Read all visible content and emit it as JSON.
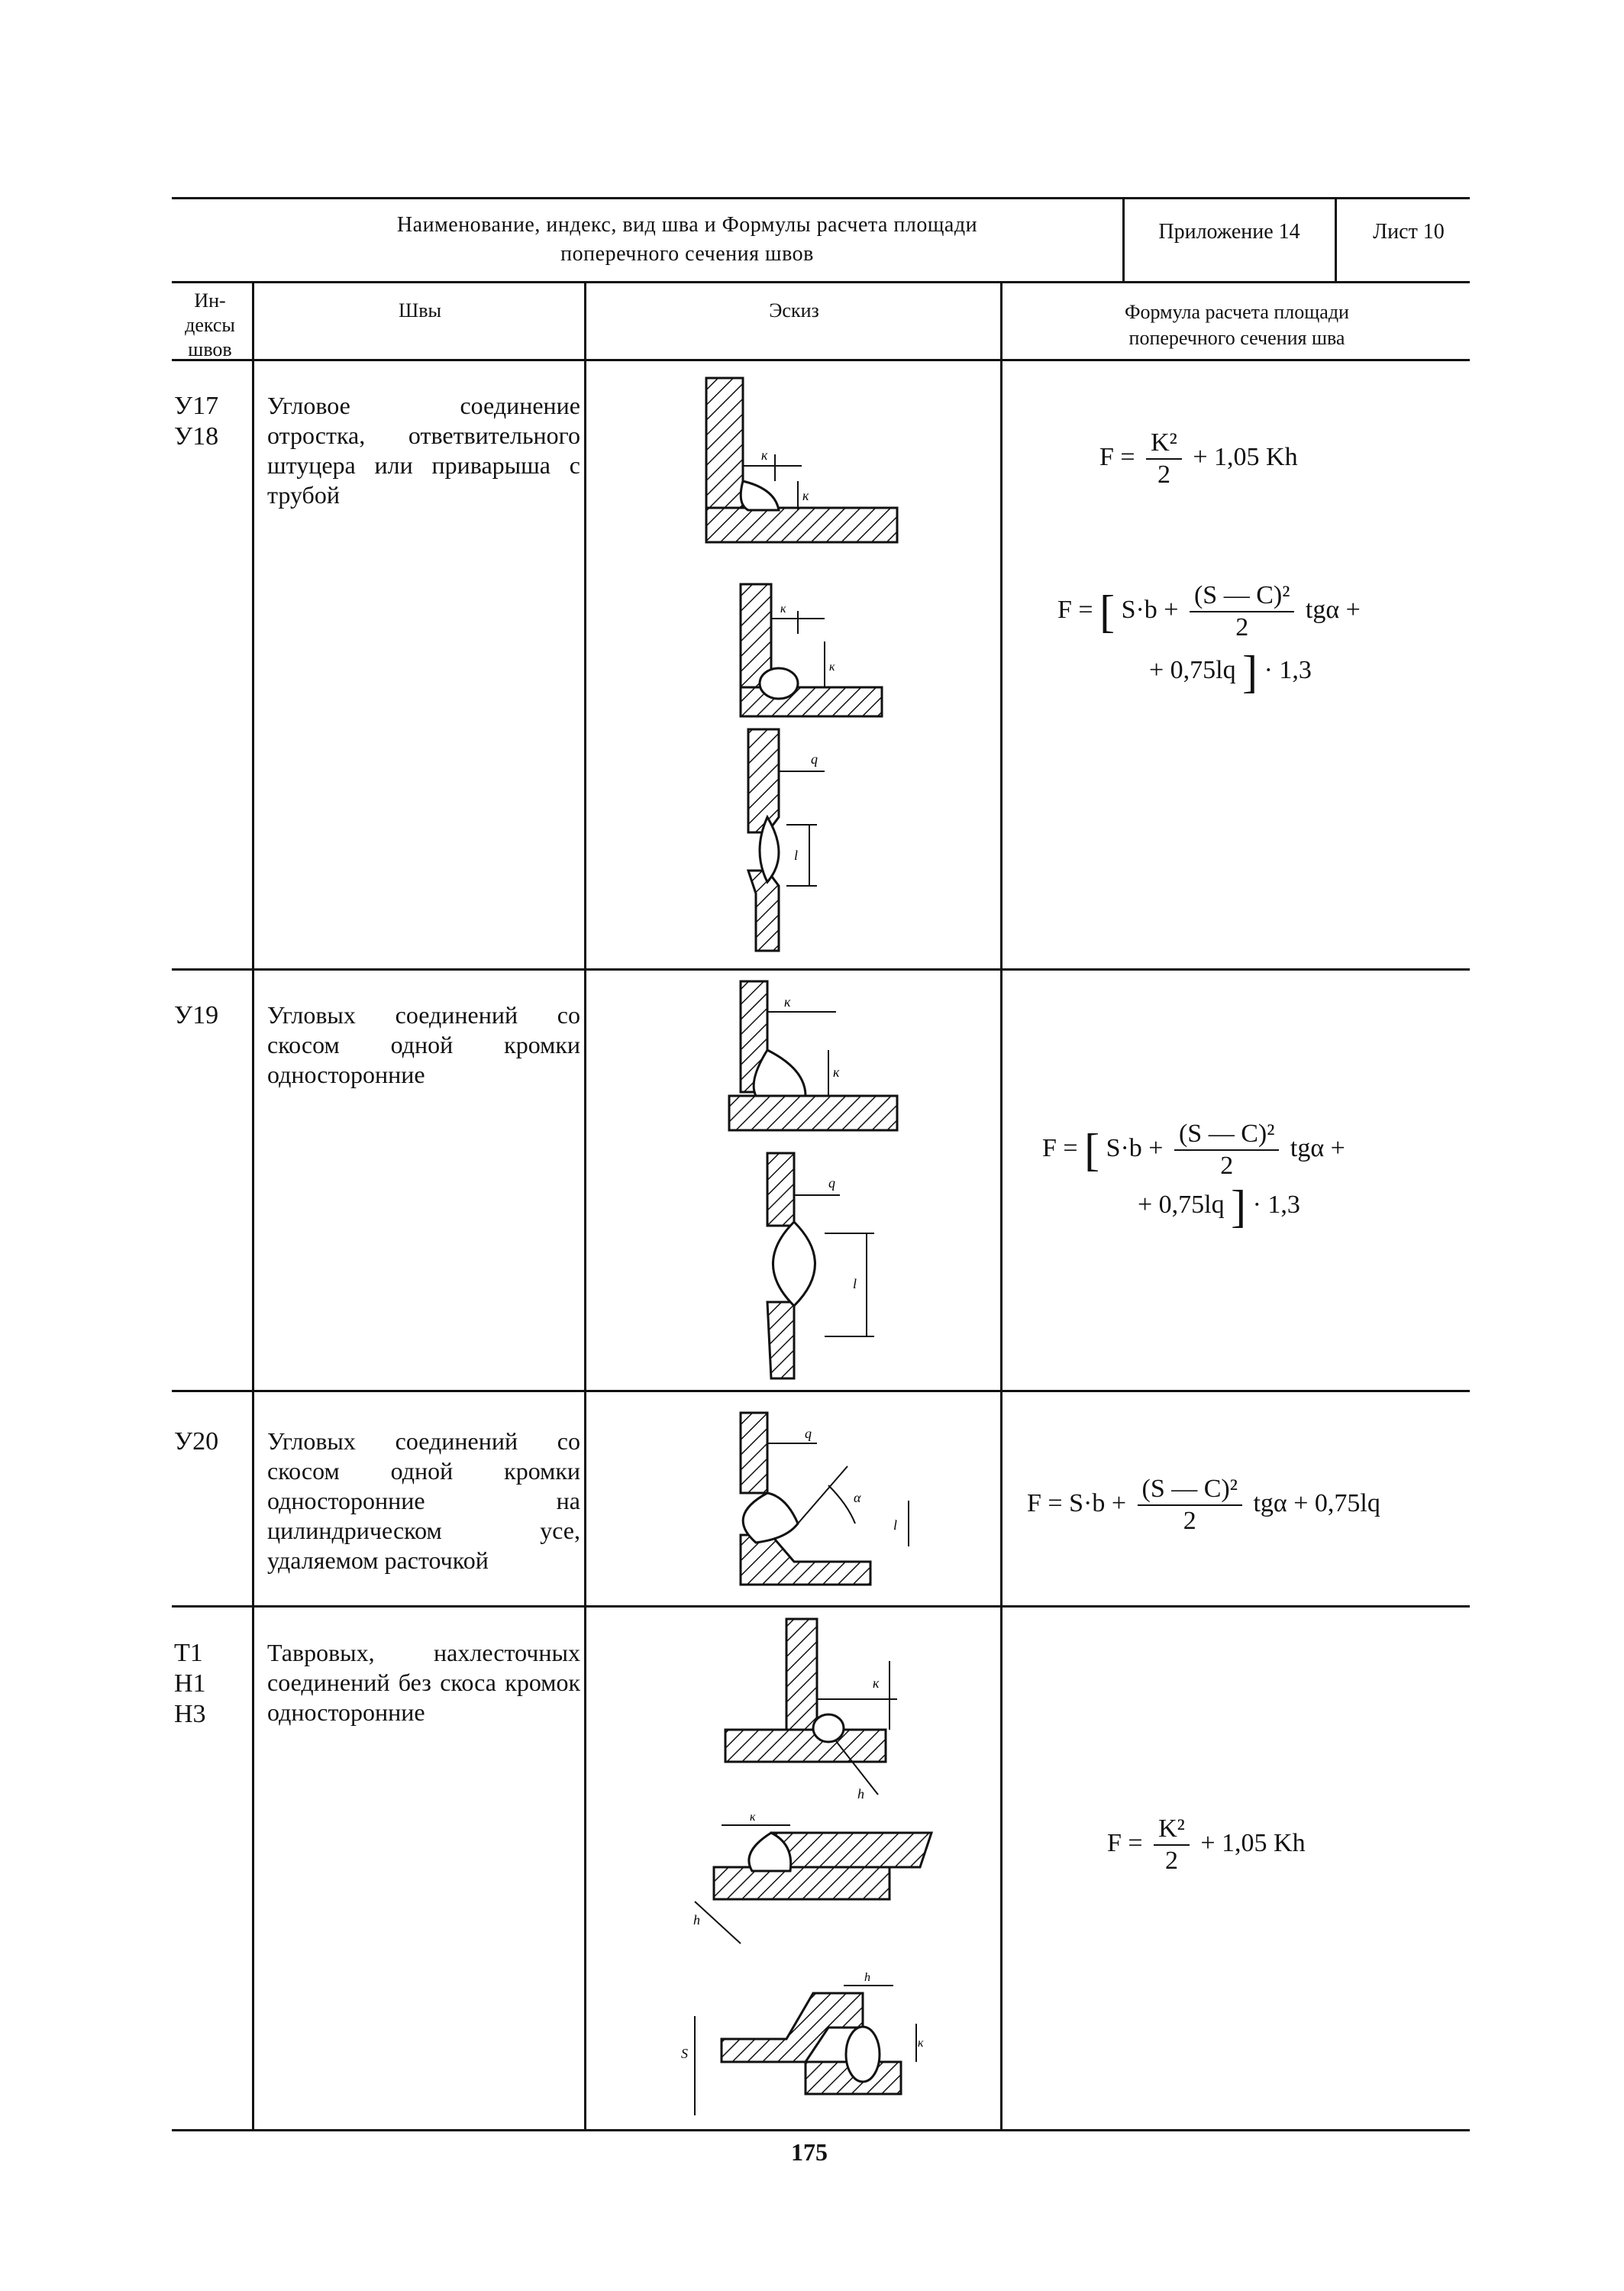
{
  "header": {
    "title_line1": "Наименование, индекс, вид шва и Формулы расчета площади",
    "title_line2": "поперечного сечения швов",
    "appendix": "Приложение 14",
    "sheet": "Лист 10"
  },
  "columns": {
    "index": "Индексы швов",
    "seams": "Швы",
    "sketch": "Эскиз",
    "formula_line1": "Формула расчета площади",
    "formula_line2": "поперечного сечения шва"
  },
  "rows": [
    {
      "index": "У17\nУ18",
      "description": "Угловое соединение отростка, ответвительного штуцера или приварыша с трубой",
      "formula_a": {
        "lhs": "F =",
        "num": "K²",
        "den": "2",
        "tail": "+ 1,05 Kh"
      },
      "formula_b": {
        "lhs": "F =",
        "open": "[",
        "pre": "S·b +",
        "num": "(S — C)²",
        "den": "2",
        "post": "tgα +",
        "line2": "+ 0,75lq",
        "close": "]",
        "tail": "· 1,3"
      }
    },
    {
      "index": "У19",
      "description": "Угловых соединений со скосом одной кромки односторонние",
      "formula": {
        "lhs": "F =",
        "open": "[",
        "pre": "S·b +",
        "num": "(S — C)²",
        "den": "2",
        "post": "tgα +",
        "line2": "+ 0,75lq",
        "close": "]",
        "tail": "· 1,3"
      }
    },
    {
      "index": "У20",
      "description": "Угловых соединений со скосом одной кромки односторонние на цилиндрическом усе, удаляемом расточкой",
      "formula": {
        "lhs": "F = S·b +",
        "num": "(S — C)²",
        "den": "2",
        "tail": "tgα + 0,75lq"
      }
    },
    {
      "index": "Т1\nН1\nН3",
      "description": "Тавровых, нахлесточных соединений без скоса кромок односторонние",
      "formula": {
        "lhs": "F =",
        "num": "K²",
        "den": "2",
        "tail": "+ 1,05 Kh"
      }
    }
  ],
  "sketch_labels": {
    "k": "к",
    "q": "q",
    "l": "l",
    "h": "h",
    "s": "S",
    "alpha": "α"
  },
  "page_number": "175"
}
